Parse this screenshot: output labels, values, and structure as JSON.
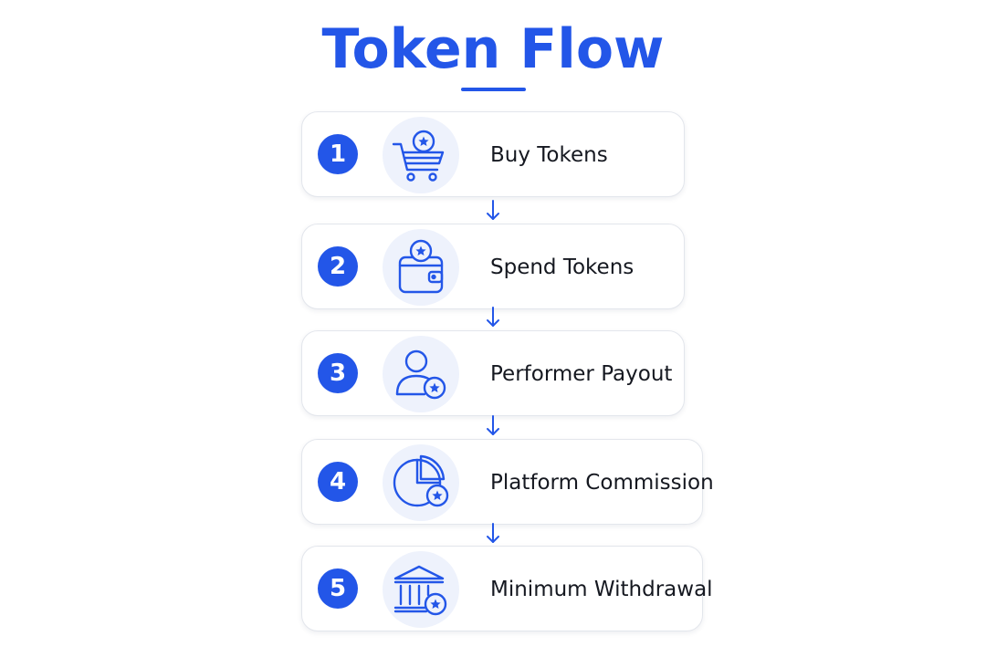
{
  "title": "Token Flow",
  "colors": {
    "accent": "#2356e8",
    "icon_bg": "#eef2fc",
    "text": "#151820"
  },
  "steps": [
    {
      "number": "1",
      "label": "Buy Tokens",
      "icon": "shopping-cart-icon"
    },
    {
      "number": "2",
      "label": "Spend Tokens",
      "icon": "wallet-icon"
    },
    {
      "number": "3",
      "label": "Performer Payout",
      "icon": "person-icon"
    },
    {
      "number": "4",
      "label": "Platform Commission",
      "icon": "pie-chart-icon"
    },
    {
      "number": "5",
      "label": "Minimum Withdrawal",
      "icon": "bank-icon"
    }
  ]
}
